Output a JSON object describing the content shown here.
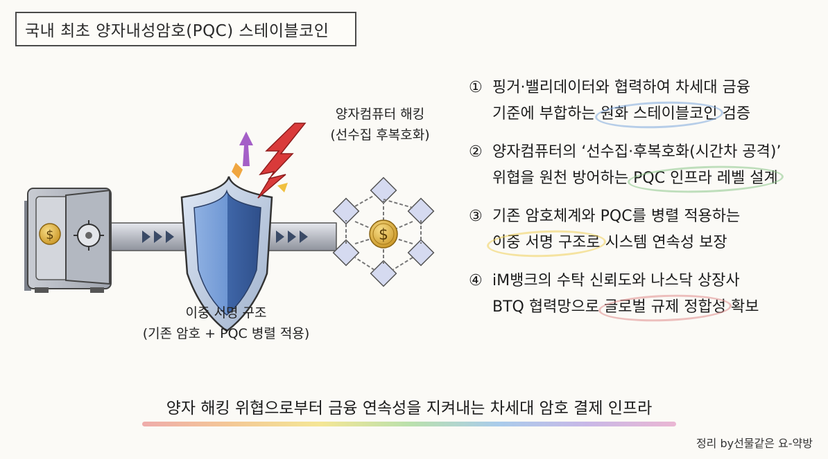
{
  "title": "국내 최초 양자내성암호(PQC) 스테이블코인",
  "illustration": {
    "hack_caption_line1": "양자컴퓨터 해킹",
    "hack_caption_line2": "(선수집 후복호화)",
    "dual_caption_line1": "이중 서명 구조",
    "dual_caption_line2": "(기존 암호 + PQC 병렬 적용)",
    "coin_symbol": "$",
    "icons": [
      "safe-vault-icon",
      "shield-icon",
      "lightning-bolt-icon",
      "blockchain-network-icon",
      "dollar-coin-icon"
    ],
    "colors": {
      "shield_blue": "#4f7fc0",
      "bolt_red": "#d93a3a",
      "pipe_gray": "#b9bcc4",
      "coin_gold": "#e0b13a"
    }
  },
  "points": [
    {
      "num": "①",
      "line1": "핑거·밸리데이터와 협력하여 차세대 금융",
      "line2_pre": "기준에 부합하는 ",
      "line2_hl": "원화 스테이블코인",
      "line2_post": " 검증",
      "hl_color": "#7da7dc"
    },
    {
      "num": "②",
      "line1": "양자컴퓨터의 ‘선수집·후복호화(시간차 공격)’",
      "line2_pre": "위협을 원천 방어하는 ",
      "line2_hl": "PQC 인프라 레벨 설계",
      "line2_post": "",
      "hl_color": "#8cc78a"
    },
    {
      "num": "③",
      "line1": "기존 암호체계와 PQC를 병렬 적용하는",
      "line2_pre": "",
      "line2_hl": "이중 서명 구조로",
      "line2_post": " 시스템 연속성 보장",
      "hl_color": "#f0cf5a"
    },
    {
      "num": "④",
      "line1": "iM뱅크의 수탁 신뢰도와 나스닥 상장사",
      "line2_pre": "BTQ 협력망으로 ",
      "line2_hl": "글로벌 규제 정합성",
      "line2_post": " 확보",
      "hl_color": "#e08c8c"
    }
  ],
  "bottom_line": "양자 해킹 위협으로부터 금융 연속성을 지켜내는 차세대 암호 결제 인프라",
  "credit": "정리 by선물같은 요-약방"
}
